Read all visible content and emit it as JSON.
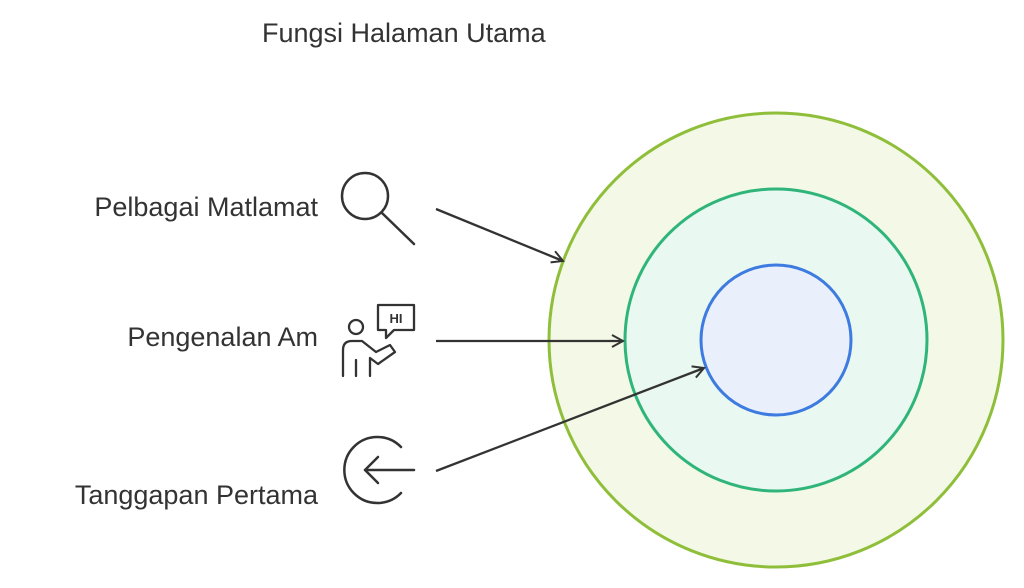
{
  "title": "Fungsi Halaman Utama",
  "items": [
    {
      "label": "Pelbagai Matlamat",
      "icon": "magnifier-icon"
    },
    {
      "label": "Pengenalan Am",
      "icon": "presenter-icon",
      "bubble_text": "HI"
    },
    {
      "label": "Tanggapan Pertama",
      "icon": "arrow-in-circle-icon"
    }
  ],
  "rings": [
    {
      "role": "outer",
      "stroke": "#8fbf3a",
      "fill": "#f4f8e6"
    },
    {
      "role": "middle",
      "stroke": "#2fb57a",
      "fill": "#e9f8f0"
    },
    {
      "role": "inner",
      "stroke": "#3d7be0",
      "fill": "#e9effb"
    }
  ],
  "colors": {
    "text": "#333333",
    "arrow": "#333333"
  }
}
